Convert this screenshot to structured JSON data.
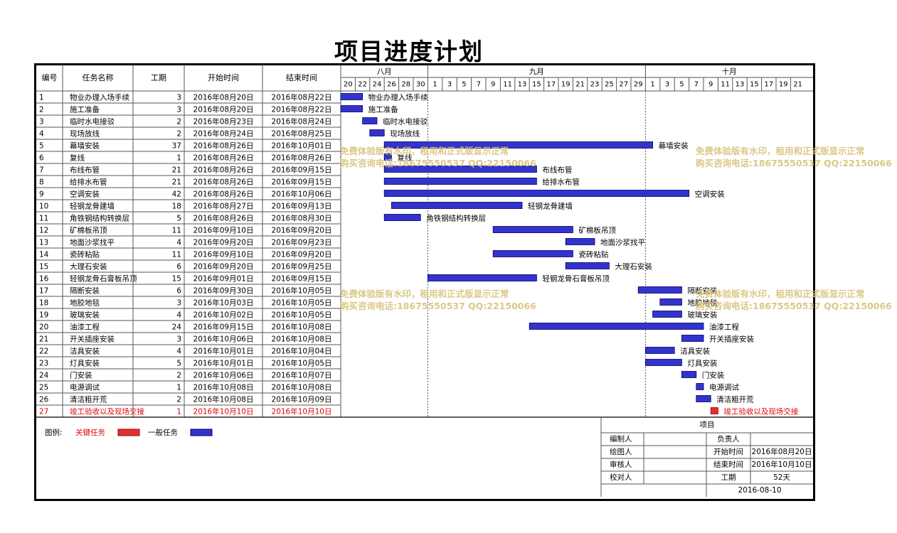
{
  "title": "项目进度计划",
  "columns": {
    "id": "编号",
    "name": "任务名称",
    "duration": "工期",
    "start": "开始时间",
    "end": "结束时间"
  },
  "chart_data": {
    "type": "gantt",
    "months": [
      {
        "label": "八月",
        "days": [
          "20",
          "22",
          "24",
          "26",
          "28",
          "30"
        ]
      },
      {
        "label": "九月",
        "days": [
          "1",
          "3",
          "5",
          "7",
          "9",
          "11",
          "13",
          "15",
          "17",
          "19",
          "21",
          "23",
          "25",
          "27",
          "29"
        ]
      },
      {
        "label": "十月",
        "days": [
          "1",
          "3",
          "5",
          "7",
          "9",
          "11",
          "13",
          "15",
          "17",
          "19",
          "21"
        ]
      }
    ],
    "tasks": [
      {
        "id": "1",
        "name": "物业办理入场手续",
        "duration": 3,
        "start": "2016年08月20日",
        "end": "2016年08月22日",
        "critical": false
      },
      {
        "id": "2",
        "name": "施工准备",
        "duration": 3,
        "start": "2016年08月20日",
        "end": "2016年08月22日",
        "critical": false
      },
      {
        "id": "3",
        "name": "临时水电接驳",
        "duration": 2,
        "start": "2016年08月23日",
        "end": "2016年08月24日",
        "critical": false
      },
      {
        "id": "4",
        "name": "现场放线",
        "duration": 2,
        "start": "2016年08月24日",
        "end": "2016年08月25日",
        "critical": false
      },
      {
        "id": "5",
        "name": "幕墙安装",
        "duration": 37,
        "start": "2016年08月26日",
        "end": "2016年10月01日",
        "critical": false
      },
      {
        "id": "6",
        "name": "复线",
        "duration": 1,
        "start": "2016年08月26日",
        "end": "2016年08月26日",
        "critical": false
      },
      {
        "id": "7",
        "name": "布线布管",
        "duration": 21,
        "start": "2016年08月26日",
        "end": "2016年09月15日",
        "critical": false
      },
      {
        "id": "8",
        "name": "给排水布管",
        "duration": 21,
        "start": "2016年08月26日",
        "end": "2016年09月15日",
        "critical": false
      },
      {
        "id": "9",
        "name": "空调安装",
        "duration": 42,
        "start": "2016年08月26日",
        "end": "2016年10月06日",
        "critical": false
      },
      {
        "id": "10",
        "name": "轻钢龙骨建墙",
        "duration": 18,
        "start": "2016年08月27日",
        "end": "2016年09月13日",
        "critical": false
      },
      {
        "id": "11",
        "name": "角铁钢结构转换层",
        "duration": 5,
        "start": "2016年08月26日",
        "end": "2016年08月30日",
        "critical": false
      },
      {
        "id": "12",
        "name": "矿棉板吊顶",
        "duration": 11,
        "start": "2016年09月10日",
        "end": "2016年09月20日",
        "critical": false
      },
      {
        "id": "13",
        "name": "地面沙浆找平",
        "duration": 4,
        "start": "2016年09月20日",
        "end": "2016年09月23日",
        "critical": false
      },
      {
        "id": "14",
        "name": "瓷砖粘贴",
        "duration": 11,
        "start": "2016年09月10日",
        "end": "2016年09月20日",
        "critical": false
      },
      {
        "id": "15",
        "name": "大理石安装",
        "duration": 6,
        "start": "2016年09月20日",
        "end": "2016年09月25日",
        "critical": false
      },
      {
        "id": "16",
        "name": "轻钢龙骨石膏板吊顶",
        "duration": 15,
        "start": "2016年09月01日",
        "end": "2016年09月15日",
        "critical": false
      },
      {
        "id": "17",
        "name": "隔断安装",
        "duration": 6,
        "start": "2016年09月30日",
        "end": "2016年10月05日",
        "critical": false
      },
      {
        "id": "18",
        "name": "地胶地毯",
        "duration": 3,
        "start": "2016年10月03日",
        "end": "2016年10月05日",
        "critical": false
      },
      {
        "id": "19",
        "name": "玻璃安装",
        "duration": 4,
        "start": "2016年10月02日",
        "end": "2016年10月05日",
        "critical": false
      },
      {
        "id": "20",
        "name": "油漆工程",
        "duration": 24,
        "start": "2016年09月15日",
        "end": "2016年10月08日",
        "critical": false
      },
      {
        "id": "21",
        "name": "开关插座安装",
        "duration": 3,
        "start": "2016年10月06日",
        "end": "2016年10月08日",
        "critical": false
      },
      {
        "id": "22",
        "name": "洁具安装",
        "duration": 4,
        "start": "2016年10月01日",
        "end": "2016年10月04日",
        "critical": false
      },
      {
        "id": "23",
        "name": "灯具安装",
        "duration": 5,
        "start": "2016年10月01日",
        "end": "2016年10月05日",
        "critical": false
      },
      {
        "id": "24",
        "name": "门安装",
        "duration": 2,
        "start": "2016年10月06日",
        "end": "2016年10月07日",
        "critical": false
      },
      {
        "id": "25",
        "name": "电源调试",
        "duration": 1,
        "start": "2016年10月08日",
        "end": "2016年10月08日",
        "critical": false
      },
      {
        "id": "26",
        "name": "清洁粗开荒",
        "duration": 2,
        "start": "2016年10月08日",
        "end": "2016年10月09日",
        "critical": false
      },
      {
        "id": "27",
        "name": "竣工验收以及现场交接",
        "duration": 1,
        "start": "2016年10月10日",
        "end": "2016年10月10日",
        "critical": true
      }
    ],
    "colors": {
      "normal": "#3333cc",
      "critical": "#e03030",
      "critical_text": "#e00000"
    }
  },
  "legend": {
    "label": "图例:",
    "critical": "关键任务",
    "normal": "一般任务"
  },
  "info_table": {
    "header": "项目",
    "editor": "编制人",
    "owner": "负责人",
    "drawer": "绘图人",
    "start_label": "开始时间",
    "start_value": "2016年08月20日",
    "reviewer": "审核人",
    "end_label": "结束时间",
    "end_value": "2016年10月10日",
    "checker": "校对人",
    "duration_label": "工期",
    "duration_value": "52天",
    "date": "2016-08-10"
  },
  "watermark": {
    "line1": "免费体验版有水印，租用和正式版显示正常",
    "line2": "购买咨询电话:18675550537 QQ:22150066"
  }
}
